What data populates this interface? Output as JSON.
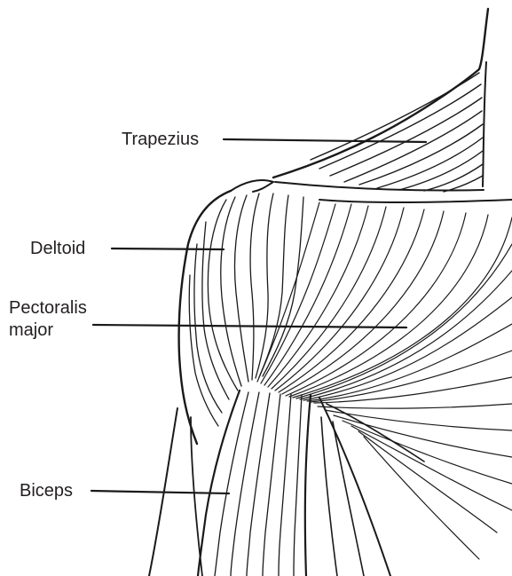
{
  "diagram": {
    "labels": {
      "trapezius": "Trapezius",
      "deltoid": "Deltoid",
      "pectoralis_line1": "Pectoralis",
      "pectoralis_line2": "major",
      "biceps": "Biceps"
    },
    "colors": {
      "ink": "#231f20",
      "background": "#ffffff"
    }
  }
}
